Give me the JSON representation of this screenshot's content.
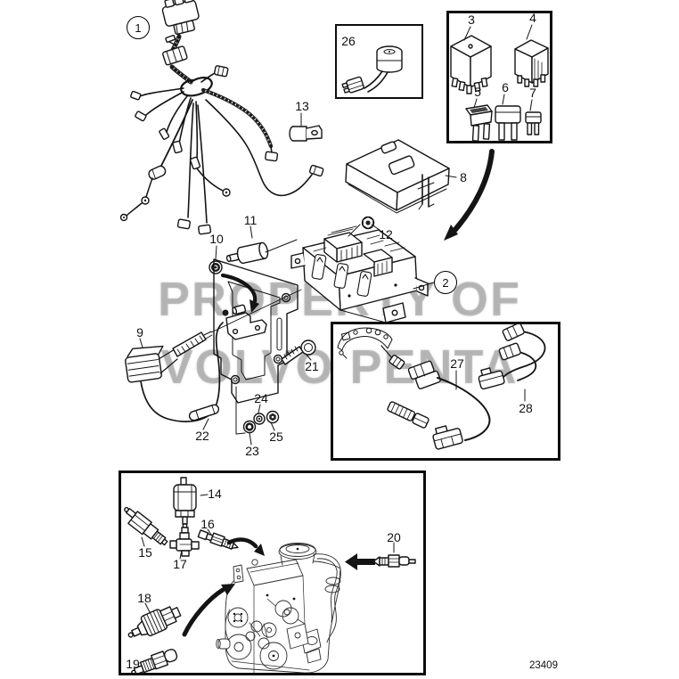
{
  "watermark": {
    "line1": "PROPERTY OF",
    "line2": "VOLVO PENTA"
  },
  "drawing_number": "23409",
  "callouts": {
    "c1": "1",
    "c2": "2",
    "c3": "3",
    "c4": "4",
    "c5": "5",
    "c6": "6",
    "c7": "7",
    "c8": "8",
    "c9": "9",
    "c10": "10",
    "c11": "11",
    "c12": "12",
    "c13": "13",
    "c14": "14",
    "c15": "15",
    "c16": "16",
    "c17": "17",
    "c18": "18",
    "c19": "19",
    "c20": "20",
    "c21": "21",
    "c22": "22",
    "c23": "23",
    "c24": "24",
    "c25": "25",
    "c26": "26",
    "c27": "27",
    "c28": "28"
  }
}
